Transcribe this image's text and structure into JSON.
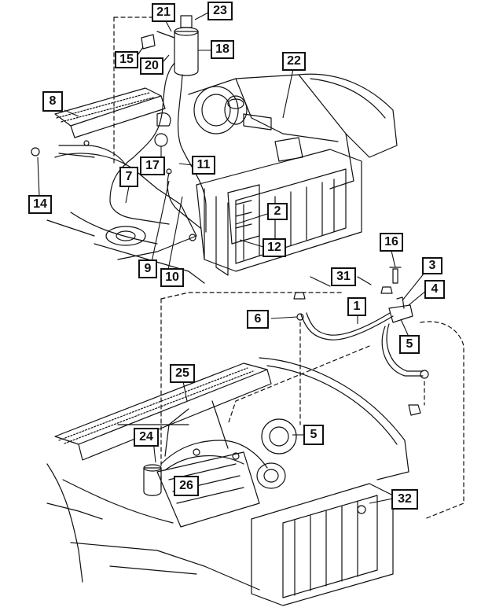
{
  "callouts": [
    {
      "id": "c21",
      "label": "21"
    },
    {
      "id": "c23",
      "label": "23"
    },
    {
      "id": "c15",
      "label": "15"
    },
    {
      "id": "c20",
      "label": "20"
    },
    {
      "id": "c18",
      "label": "18"
    },
    {
      "id": "c22",
      "label": "22"
    },
    {
      "id": "c8",
      "label": "8"
    },
    {
      "id": "c17",
      "label": "17"
    },
    {
      "id": "c11",
      "label": "11"
    },
    {
      "id": "c7",
      "label": "7"
    },
    {
      "id": "c14",
      "label": "14"
    },
    {
      "id": "c2",
      "label": "2"
    },
    {
      "id": "c12",
      "label": "12"
    },
    {
      "id": "c16",
      "label": "16"
    },
    {
      "id": "c9",
      "label": "9"
    },
    {
      "id": "c10",
      "label": "10"
    },
    {
      "id": "c3",
      "label": "3"
    },
    {
      "id": "c31",
      "label": "31"
    },
    {
      "id": "c4",
      "label": "4"
    },
    {
      "id": "c1",
      "label": "1"
    },
    {
      "id": "c6",
      "label": "6"
    },
    {
      "id": "c5a",
      "label": "5"
    },
    {
      "id": "c25",
      "label": "25"
    },
    {
      "id": "c24",
      "label": "24"
    },
    {
      "id": "c5b",
      "label": "5"
    },
    {
      "id": "c26",
      "label": "26"
    },
    {
      "id": "c32",
      "label": "32"
    }
  ]
}
